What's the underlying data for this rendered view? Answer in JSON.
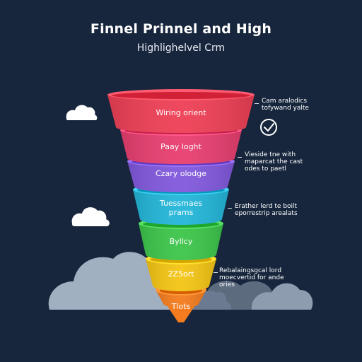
{
  "header": {
    "title": "Finnel Prinnel and High",
    "subtitle": "Highlighelvel Crm"
  },
  "funnel": {
    "stages": [
      {
        "lines": [
          "Wiring orient"
        ],
        "color": "#ee3f55"
      },
      {
        "lines": [
          "Paay loght"
        ],
        "color": "#e83e6f"
      },
      {
        "lines": [
          "Czary olodge"
        ],
        "color": "#8158dd"
      },
      {
        "lines": [
          "Tuessmaes",
          "prams"
        ],
        "color": "#23b6d9"
      },
      {
        "lines": [
          "Byllcy"
        ],
        "color": "#3cc54a"
      },
      {
        "lines": [
          "2Z5ort"
        ],
        "color": "#f4c514"
      },
      {
        "lines": [
          "Tlots"
        ],
        "color": "#f47c1e"
      }
    ]
  },
  "annotations": [
    {
      "lines": [
        "Cam aralodics",
        "tofywand yalte"
      ]
    },
    {
      "lines": [
        "Vieside tne with",
        "maparcat the cast",
        "odes to paetl"
      ]
    },
    {
      "lines": [
        "Erather lerd te boilt",
        "eporrestrip arealats"
      ]
    },
    {
      "lines": [
        "Rebalaingsgcal lord",
        "moecvertid for ande",
        "ories"
      ]
    }
  ],
  "icons": {
    "check_circle": "check-circle-icon",
    "cloud": "cloud-icon"
  }
}
